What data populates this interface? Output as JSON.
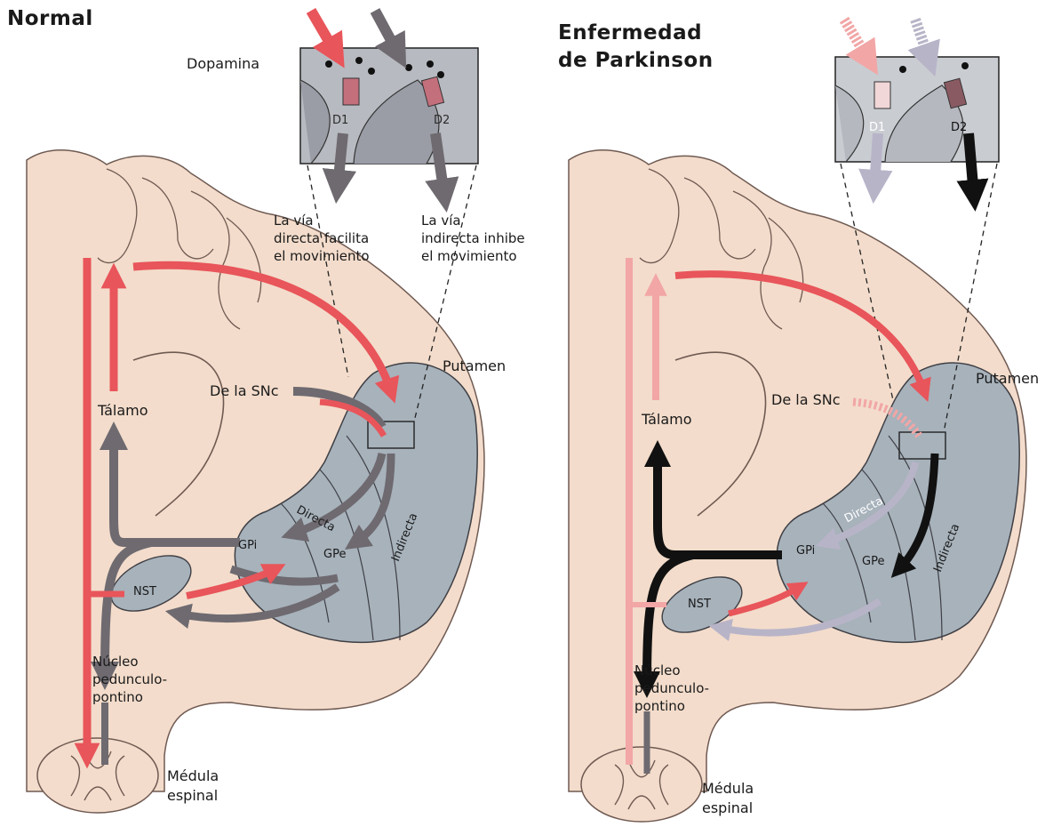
{
  "colors": {
    "brain": "#f3dccb",
    "brain_edge": "#6f5a52",
    "nuclei": "#a7b2bb",
    "box_bg": "#b7bac0",
    "excitatory": "#e8555a",
    "inhibitory": "#6e6a70",
    "black": "#111111"
  },
  "panels": {
    "normal": {
      "title": "Normal",
      "dopamina": "Dopamina",
      "d1": "D1",
      "d2": "D2",
      "via_directa": [
        "La vía",
        "directa facilita",
        "el movimiento"
      ],
      "via_indirecta": [
        "La vía",
        "indirecta inhibe",
        "el movimiento"
      ],
      "putamen": "Putamen",
      "snc": "De la SNc",
      "talamo": "Tálamo",
      "directa": "Directa",
      "indirecta": "Indirecta",
      "gpi": "GPi",
      "gpe": "GPe",
      "nst": "NST",
      "nucleo": [
        "Núcleo",
        "pedunculo-",
        "pontino"
      ],
      "medula": [
        "Médula",
        "espinal"
      ]
    },
    "parkinson": {
      "title": [
        "Enfermedad",
        "de Parkinson"
      ],
      "d1": "D1",
      "d2": "D2",
      "putamen": "Putamen",
      "snc": "De la SNc",
      "talamo": "Tálamo",
      "directa": "Directa",
      "indirecta": "Indirecta",
      "gpi": "GPi",
      "gpe": "GPe",
      "nst": "NST",
      "nucleo": [
        "Núcleo",
        "pedunculo-",
        "pontino"
      ],
      "medula": [
        "Médula",
        "espinal"
      ]
    }
  }
}
